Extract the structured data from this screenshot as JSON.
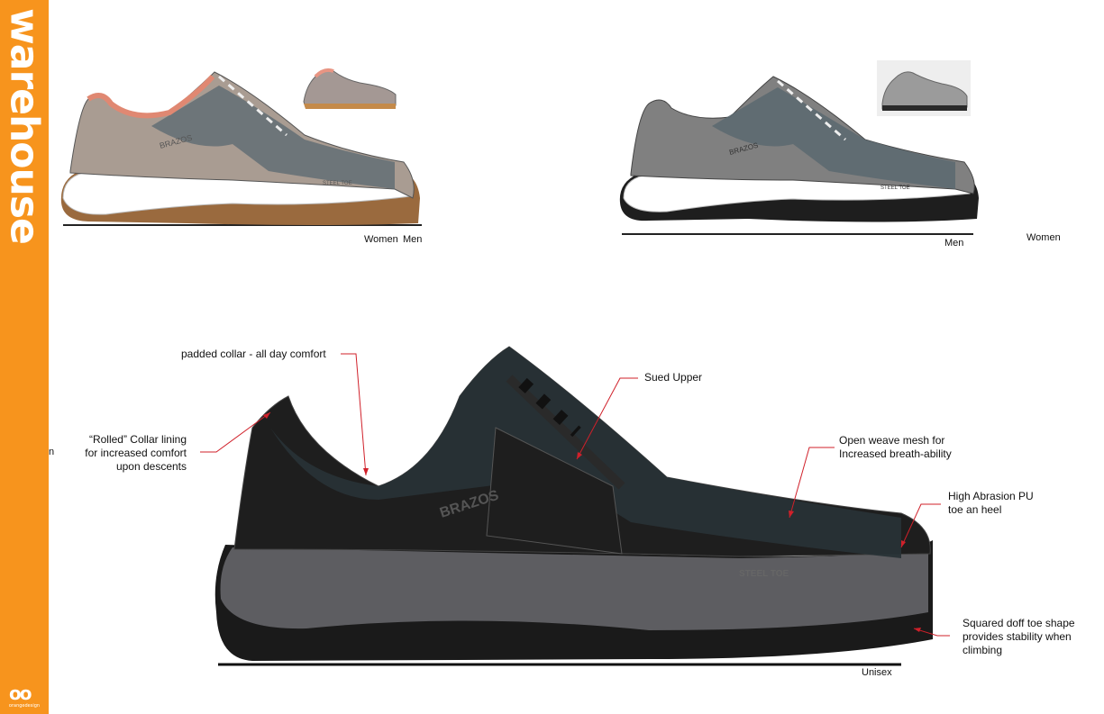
{
  "brand": {
    "name": "warehouse",
    "logo_mark": "oo",
    "logo_text": "orangedesign"
  },
  "shoe_labels": {
    "top_left_women": "Women",
    "top_left_men": "Men",
    "top_right_men": "Men",
    "top_right_women": "Women",
    "bottom": "Unisex",
    "stray": "n"
  },
  "shoe_text": {
    "brand_mark": "BRAZOS",
    "toe_mark": "STEEL TOE"
  },
  "callouts": {
    "padded_collar": "padded collar - all day comfort",
    "rolled_collar": [
      "“Rolled” Collar lining",
      "for increased comfort",
      "upon descents"
    ],
    "sued_upper": "Sued Upper",
    "mesh": [
      "Open weave mesh for",
      "Increased breath-ability"
    ],
    "pu_toe": [
      "High Abrasion PU",
      "toe an heel"
    ],
    "squared_toe": [
      "Squared doff toe shape",
      "provides stability when",
      "climbing"
    ]
  },
  "colors": {
    "accent": "#f7941d",
    "callout_line": "#d0202a"
  }
}
